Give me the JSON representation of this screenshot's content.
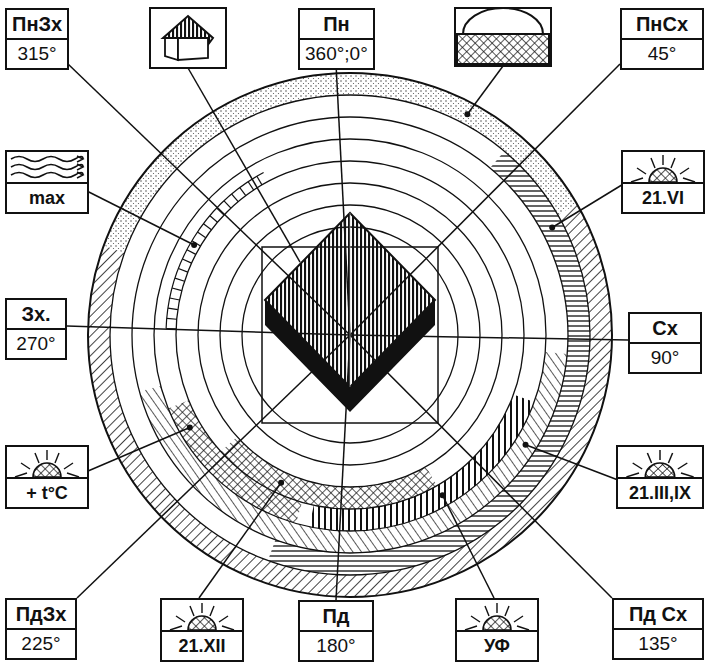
{
  "diagram": {
    "nodes": [
      {
        "text": [
          "ПнЗх",
          "315°"
        ]
      },
      {
        "text": [
          "Пн",
          "360°;0°"
        ]
      },
      {
        "text": [
          "ПнСх",
          "45°"
        ]
      },
      {
        "text": [
          "max"
        ]
      },
      {
        "text": [
          "21.VI"
        ]
      },
      {
        "text": [
          "Зх.",
          "270°"
        ]
      },
      {
        "text": [
          "Сх",
          "90°"
        ]
      },
      {
        "text": [
          "+ t°C"
        ]
      },
      {
        "text": [
          "21.III,IX"
        ]
      },
      {
        "text": [
          "ПдЗх",
          "225°"
        ]
      },
      {
        "text": [
          "21.XII"
        ]
      },
      {
        "text": [
          "Пд",
          "180°"
        ]
      },
      {
        "text": [
          "УФ"
        ]
      },
      {
        "text": [
          "Пд Сх",
          "135°"
        ]
      }
    ]
  }
}
